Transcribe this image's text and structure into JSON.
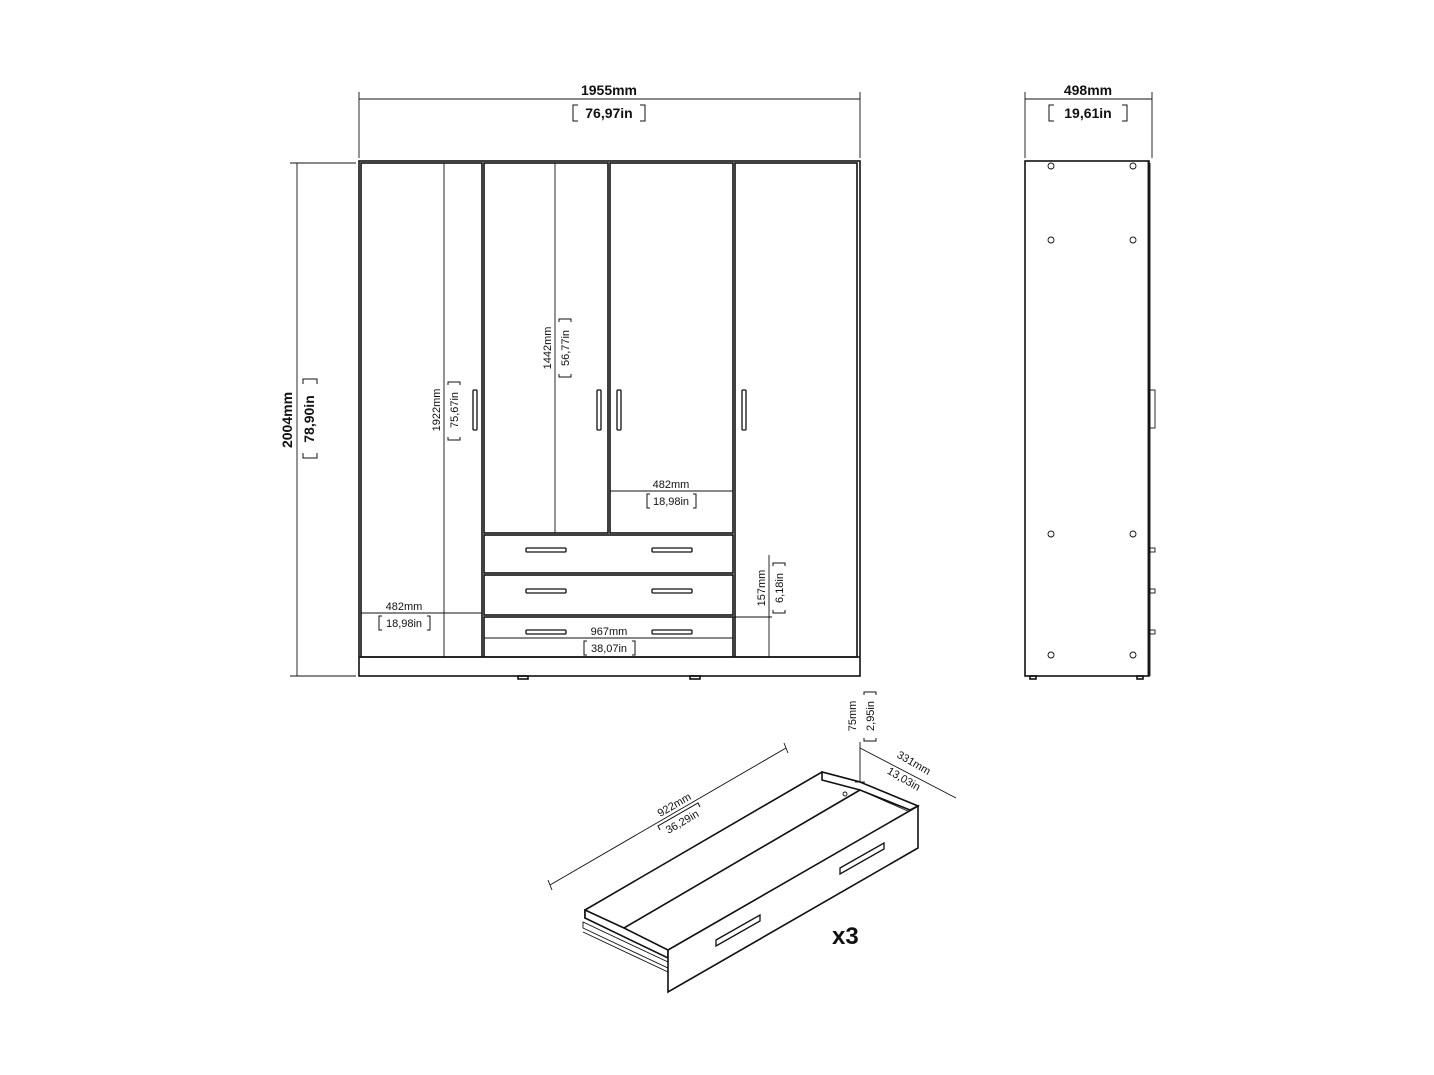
{
  "dimensions": {
    "total_width": {
      "mm": "1955mm",
      "in": "76,97in"
    },
    "depth": {
      "mm": "498mm",
      "in": "19,61in"
    },
    "total_height": {
      "mm": "2004mm",
      "in": "78,90in"
    },
    "outer_door_height": {
      "mm": "1922mm",
      "in": "75,67in"
    },
    "inner_door_height": {
      "mm": "1442mm",
      "in": "56,77in"
    },
    "inner_door_width": {
      "mm": "482mm",
      "in": "18,98in"
    },
    "outer_door_width": {
      "mm": "482mm",
      "in": "18,98in"
    },
    "drawer_section_width": {
      "mm": "967mm",
      "in": "38,07in"
    },
    "drawer_front_height": {
      "mm": "157mm",
      "in": "6,18in"
    },
    "drawer_depth": {
      "mm": "75mm",
      "in": "2,95in"
    },
    "drawer_width": {
      "mm": "331mm",
      "in": "13,03in"
    },
    "drawer_length": {
      "mm": "922mm",
      "in": "36,29in"
    }
  },
  "drawer_quantity": "x3"
}
